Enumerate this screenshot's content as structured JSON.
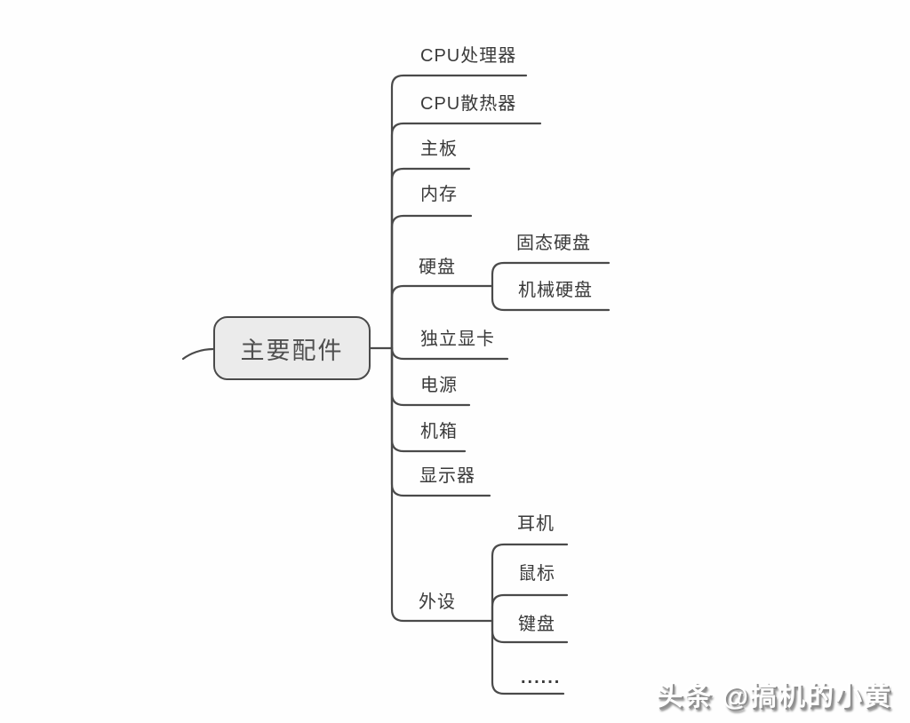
{
  "mindmap": {
    "root": {
      "label": "主要配件"
    },
    "branches": [
      {
        "label": "CPU处理器"
      },
      {
        "label": "CPU散热器"
      },
      {
        "label": "主板"
      },
      {
        "label": "内存"
      },
      {
        "label": "硬盘",
        "children": [
          {
            "label": "固态硬盘"
          },
          {
            "label": "机械硬盘"
          }
        ]
      },
      {
        "label": "独立显卡"
      },
      {
        "label": "电源"
      },
      {
        "label": "机箱"
      },
      {
        "label": "显示器"
      },
      {
        "label": "外设",
        "children": [
          {
            "label": "耳机"
          },
          {
            "label": "鼠标"
          },
          {
            "label": "键盘"
          },
          {
            "label": "......"
          }
        ]
      }
    ]
  },
  "watermark": {
    "text": "头条 @搞机的小黄"
  },
  "colors": {
    "line": "#4a4a4a",
    "text": "#3a3a3a",
    "node_fill": "#ebebeb",
    "node_border": "#4a4a4a",
    "node_text": "#4f4f4f",
    "watermark_text": "#ffffff",
    "watermark_shadow": "#8f8f8f",
    "background": "#fefefe"
  }
}
